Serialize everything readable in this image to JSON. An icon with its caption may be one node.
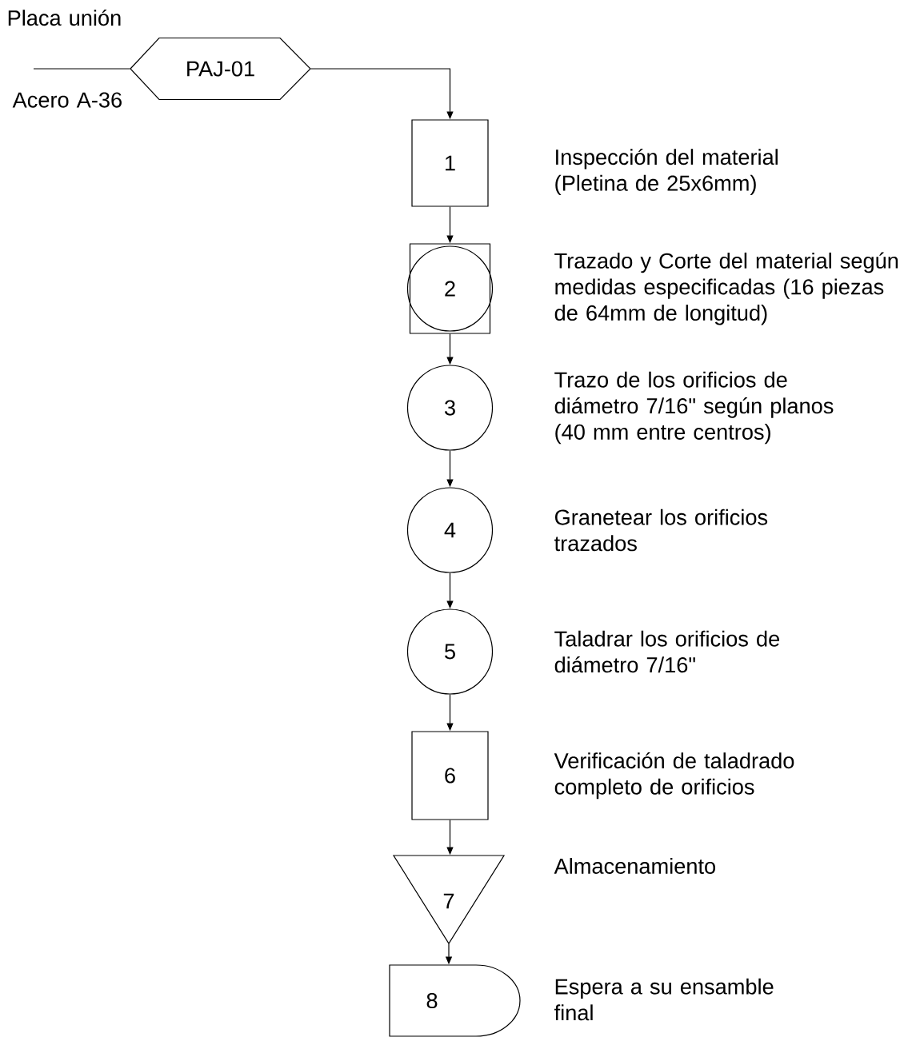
{
  "diagram": {
    "nodes": [
      {
        "text": [
          "PAJ-01"
        ],
        "beside": [
          "Placa unión",
          "Acero A-36"
        ]
      },
      {
        "text": [
          "1"
        ],
        "beside": [
          "Inspección del material (Pletina de 25x6mm)"
        ]
      },
      {
        "text": [
          "2"
        ],
        "beside": [
          "Trazado y Corte del material según medidas especificadas (16 piezas de 64mm de longitud)"
        ]
      },
      {
        "text": [
          "3"
        ],
        "beside": [
          "Trazo de los orificios de diámetro 7/16\" según planos (40 mm entre centros)"
        ]
      },
      {
        "text": [
          "4"
        ],
        "beside": [
          "Granetear los orificios trazados"
        ]
      },
      {
        "text": [
          "5"
        ],
        "beside": [
          "Taladrar los orificios de diámetro 7/16\""
        ]
      },
      {
        "text": [
          "6"
        ],
        "beside": [
          "Verificación de taladrado completo de orificios"
        ]
      },
      {
        "text": [
          "7"
        ],
        "beside": [
          "Almacenamiento"
        ]
      },
      {
        "text": [
          "8"
        ],
        "beside": [
          "Espera a su ensamble final"
        ]
      }
    ],
    "edges": [
      {
        "from": null,
        "to": 0,
        "arrow": "none"
      },
      {
        "from": 0,
        "to": 1,
        "arrow": "to"
      },
      {
        "from": 1,
        "to": 2,
        "arrow": "to"
      },
      {
        "from": 2,
        "to": 3,
        "arrow": "to"
      },
      {
        "from": 3,
        "to": 4,
        "arrow": "to"
      },
      {
        "from": 4,
        "to": 5,
        "arrow": "to"
      },
      {
        "from": 5,
        "to": 6,
        "arrow": "to"
      },
      {
        "from": 6,
        "to": 7,
        "arrow": "to"
      },
      {
        "from": 7,
        "to": 8,
        "arrow": "to"
      }
    ]
  }
}
